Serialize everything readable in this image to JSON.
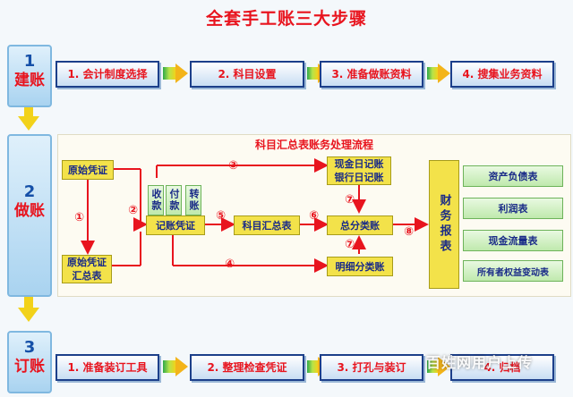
{
  "title": "全套手工账三大步骤",
  "stages": [
    {
      "number": "1",
      "name": "建账"
    },
    {
      "number": "2",
      "name": "做账"
    },
    {
      "number": "3",
      "name": "订账"
    }
  ],
  "stage1_steps": [
    "1. 会计制度选择",
    "2. 科目设置",
    "3. 准备做账资料",
    "4. 搜集业务资料"
  ],
  "stage3_steps": [
    "1. 准备装订工具",
    "2. 整理检查凭证",
    "3. 打孔与装订",
    "4. 归档"
  ],
  "flow": {
    "title": "科目汇总表账务处理流程",
    "original_voucher": "原始凭证",
    "voucher_summary": "原始凭证汇总表",
    "receipt": "收款",
    "payment": "付款",
    "transfer": "转账",
    "bookkeeping_voucher": "记账凭证",
    "subject_summary": "科目汇总表",
    "cash_bank_journal": "现金日记账 银行日记账",
    "general_ledger": "总分类账",
    "detail_ledger": "明细分类账",
    "financial_statements": "财务报表",
    "reports": [
      "资产负债表",
      "利润表",
      "现金流量表",
      "所有者权益变动表"
    ],
    "steps": [
      "①",
      "②",
      "③",
      "④",
      "⑤",
      "⑥",
      "⑦",
      "⑦",
      "⑧"
    ]
  },
  "watermark": "百姓网用户上传"
}
